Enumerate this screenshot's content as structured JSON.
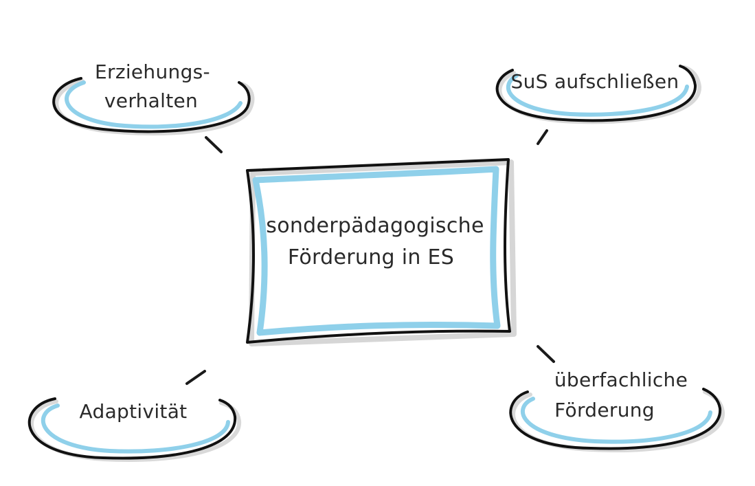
{
  "diagram": {
    "center": {
      "line1": "sonderpädagogische",
      "line2": "Förderung in ES"
    },
    "nodes": {
      "top_left": {
        "line1": "Erziehungs-",
        "line2": "verhalten"
      },
      "top_right": {
        "line1": "SuS aufschließen"
      },
      "bottom_left": {
        "line1": "Adaptivität"
      },
      "bottom_right": {
        "line1": "überfachliche",
        "line2": "Förderung"
      }
    },
    "colors": {
      "outline": "#111111",
      "accent_blue": "#8fd0ea",
      "text": "#2a2a2a"
    }
  }
}
